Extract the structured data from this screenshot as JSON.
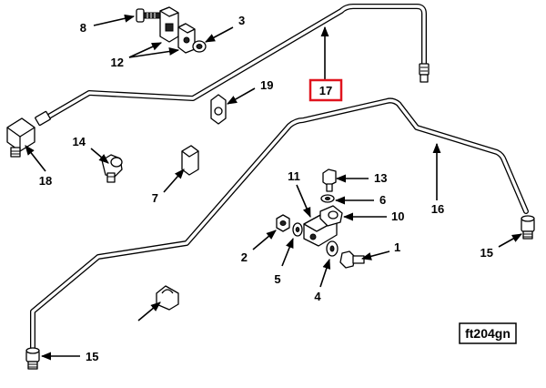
{
  "callouts": {
    "c1": "1",
    "c2": "2",
    "c3": "3",
    "c4": "4",
    "c5": "5",
    "c6": "6",
    "c7": "7",
    "c8": "8",
    "c10": "10",
    "c11": "11",
    "c12": "12",
    "c13": "13",
    "c14": "14",
    "c15a": "15",
    "c15b": "15",
    "c16": "16",
    "c17": "17",
    "c18": "18",
    "c19": "19"
  },
  "figure_ref": "ft204gn",
  "colors": {
    "highlight": "#e0141e",
    "line": "#000000",
    "background": "#ffffff"
  }
}
